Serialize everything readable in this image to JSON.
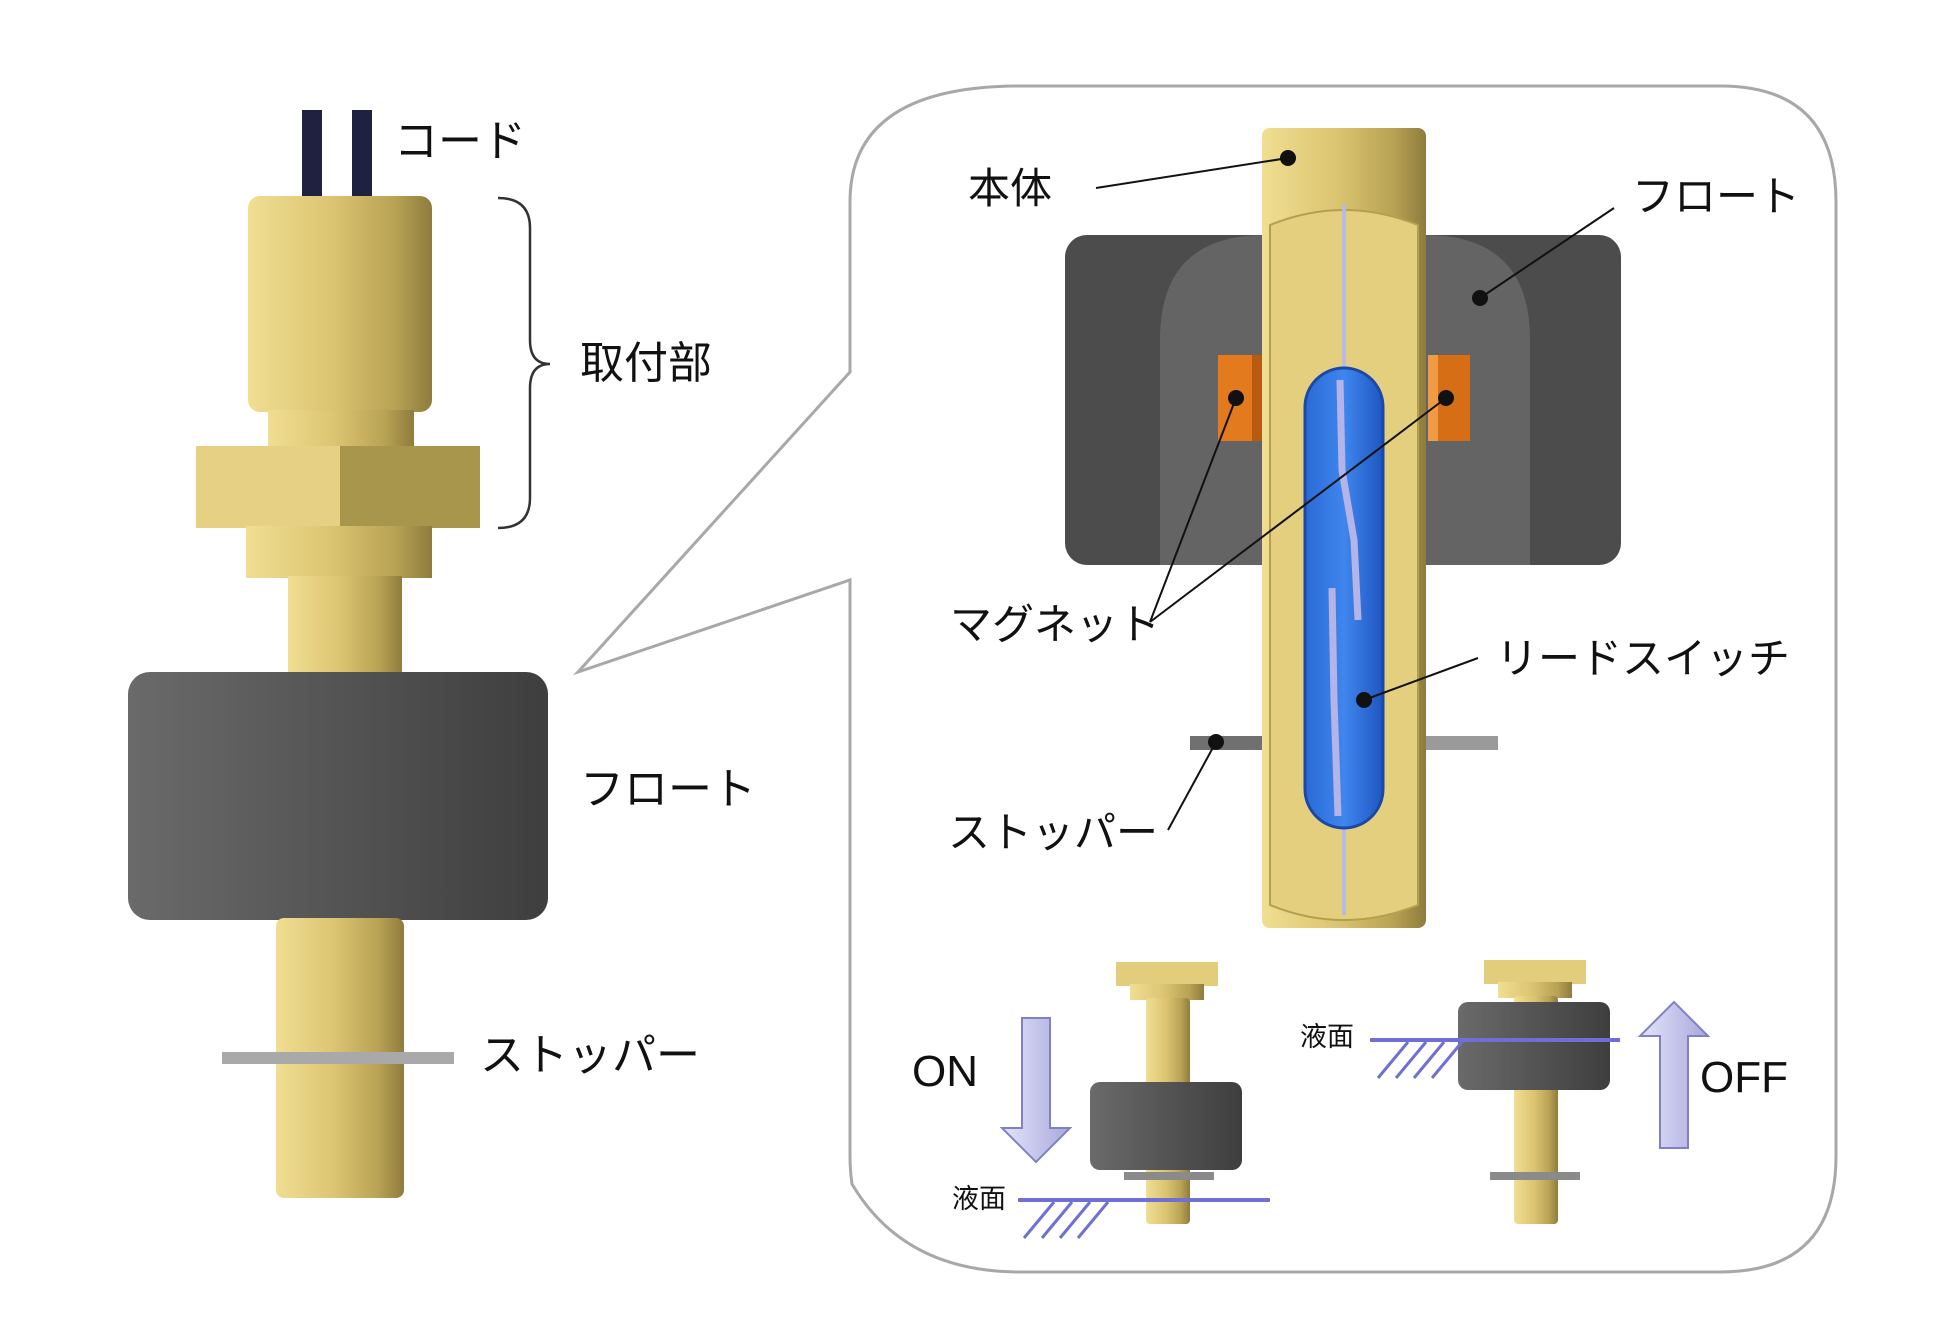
{
  "left_view": {
    "labels": {
      "cord": "コード",
      "mount": "取付部",
      "float": "フロート",
      "stopper": "ストッパー"
    }
  },
  "detail_view": {
    "labels": {
      "body": "本体",
      "float": "フロート",
      "magnet": "マグネット",
      "reed_switch": "リードスイッチ",
      "stopper": "ストッパー"
    }
  },
  "operation": {
    "on": {
      "state": "ON",
      "liquid_surface": "液面"
    },
    "off": {
      "state": "OFF",
      "liquid_surface": "液面"
    }
  },
  "colors": {
    "brass": "#d9c46e",
    "float": "#555555",
    "magnet": "#e0781e",
    "reed_glass": "#2f6fe0",
    "liquid_line": "#7070d8",
    "arrow": "#c8c8f0"
  }
}
